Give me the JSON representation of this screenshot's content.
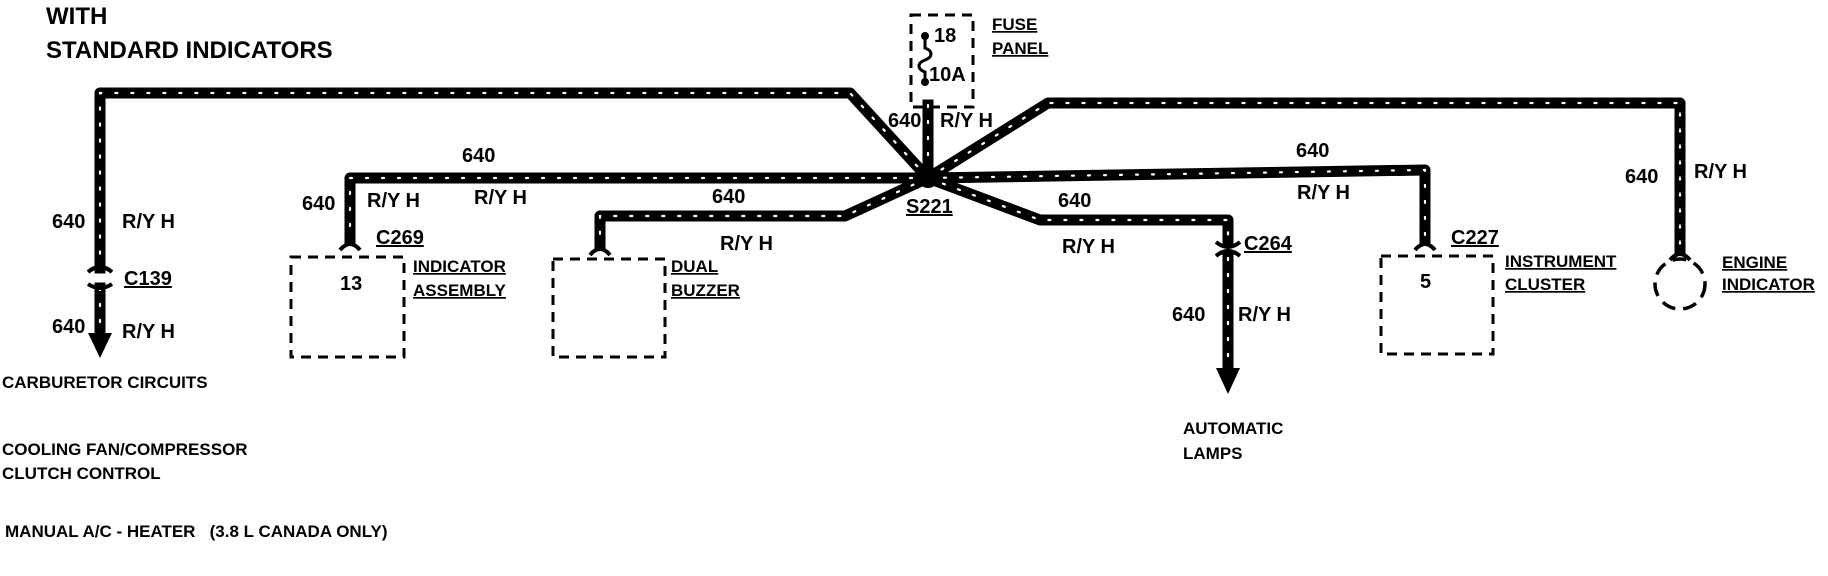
{
  "title": {
    "line1": "WITH",
    "line2": "STANDARD INDICATORS"
  },
  "fuse": {
    "number": "18",
    "rating": "10A",
    "label_line1": "FUSE",
    "label_line2": "PANEL"
  },
  "splice": {
    "name": "S221"
  },
  "wire": {
    "circuit": "640",
    "color": "R/Y H"
  },
  "connectors": {
    "c139": "C139",
    "c269": "C269",
    "c264": "C264",
    "c227": "C227"
  },
  "components": {
    "indicator_assembly": {
      "pin": "13",
      "line1": "INDICATOR",
      "line2": "ASSEMBLY"
    },
    "dual_buzzer": {
      "line1": "DUAL",
      "line2": "BUZZER"
    },
    "instrument_cluster": {
      "pin": "5",
      "line1": "INSTRUMENT",
      "line2": "CLUSTER"
    },
    "engine_indicator": {
      "line1": "ENGINE",
      "line2": "INDICATOR"
    }
  },
  "destinations": {
    "carburetor": "CARBURETOR CIRCUITS",
    "cooling_line1": "COOLING FAN/COMPRESSOR",
    "cooling_line2": "CLUTCH CONTROL",
    "manual_ac": "MANUAL A/C - HEATER   (3.8 L CANADA ONLY)",
    "auto_lamps_line1": "AUTOMATIC",
    "auto_lamps_line2": "LAMPS"
  }
}
